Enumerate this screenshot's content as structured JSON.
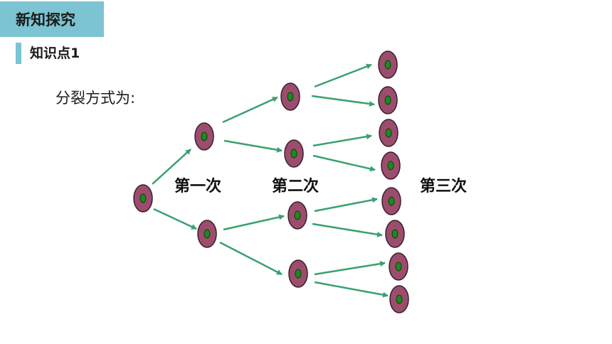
{
  "header": {
    "title": "新知探究"
  },
  "section": {
    "title": "知识点1"
  },
  "main": {
    "division_text": "分裂方式为:",
    "generation_labels": [
      "第一次",
      "第二次",
      "第三次"
    ]
  },
  "colors": {
    "accent": "#7cc4d2",
    "cell_fill": "#9c4d6e",
    "cell_stroke": "#3a1f2c",
    "nucleus": "#1c8a1c",
    "arrow": "#3aa070"
  }
}
